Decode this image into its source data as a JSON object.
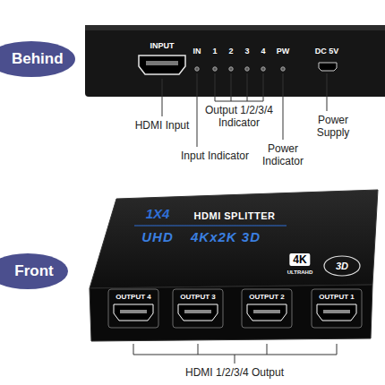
{
  "diagram": {
    "nodes": [
      {
        "text": [
          "Behind"
        ]
      },
      {
        "text": [
          "Front"
        ]
      }
    ],
    "labels": [
      "INPUT",
      "IN",
      "1",
      "2",
      "3",
      "4",
      "PW",
      "DC 5V",
      "HDMI Input",
      "Output 1/2/3/4 Indicator",
      "Input Indicator",
      "Power Indicator",
      "Power Supply",
      "1X4",
      "HDMI SPLITTER",
      "UHD",
      "4Kx2K 3D",
      "4K",
      "ULTRAHD",
      "3D",
      "OUTPUT 4",
      "OUTPUT 3",
      "OUTPUT 2",
      "OUTPUT 1",
      "HDMI 1/2/3/4 Output"
    ]
  }
}
